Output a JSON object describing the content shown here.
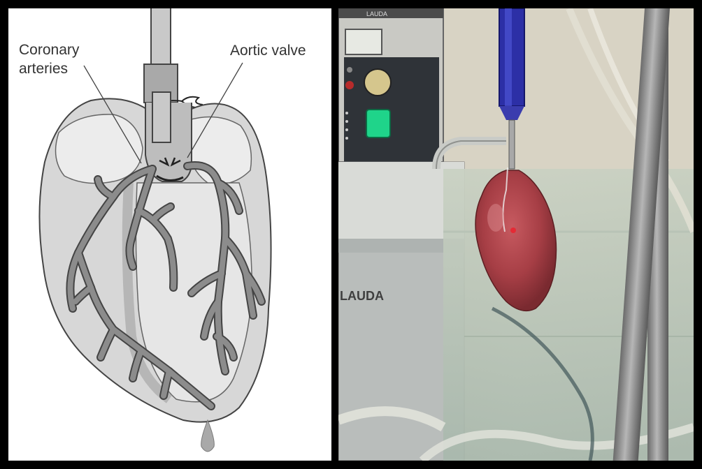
{
  "diagram": {
    "label_coronary_line1": "Coronary",
    "label_coronary_line2": "arteries",
    "label_aortic": "Aortic valve"
  },
  "photo": {
    "bath_brand_top": "LAUDA",
    "bath_brand_front": "LAUDA"
  },
  "colors": {
    "heart_fill": "#d7d7d7",
    "heart_outline": "#444444",
    "vessel_fill": "#8c8c8c",
    "heart_tissue": "#b5474d",
    "syringe_blue": "#2c2fa6",
    "bath_green": "#1fd48a"
  }
}
